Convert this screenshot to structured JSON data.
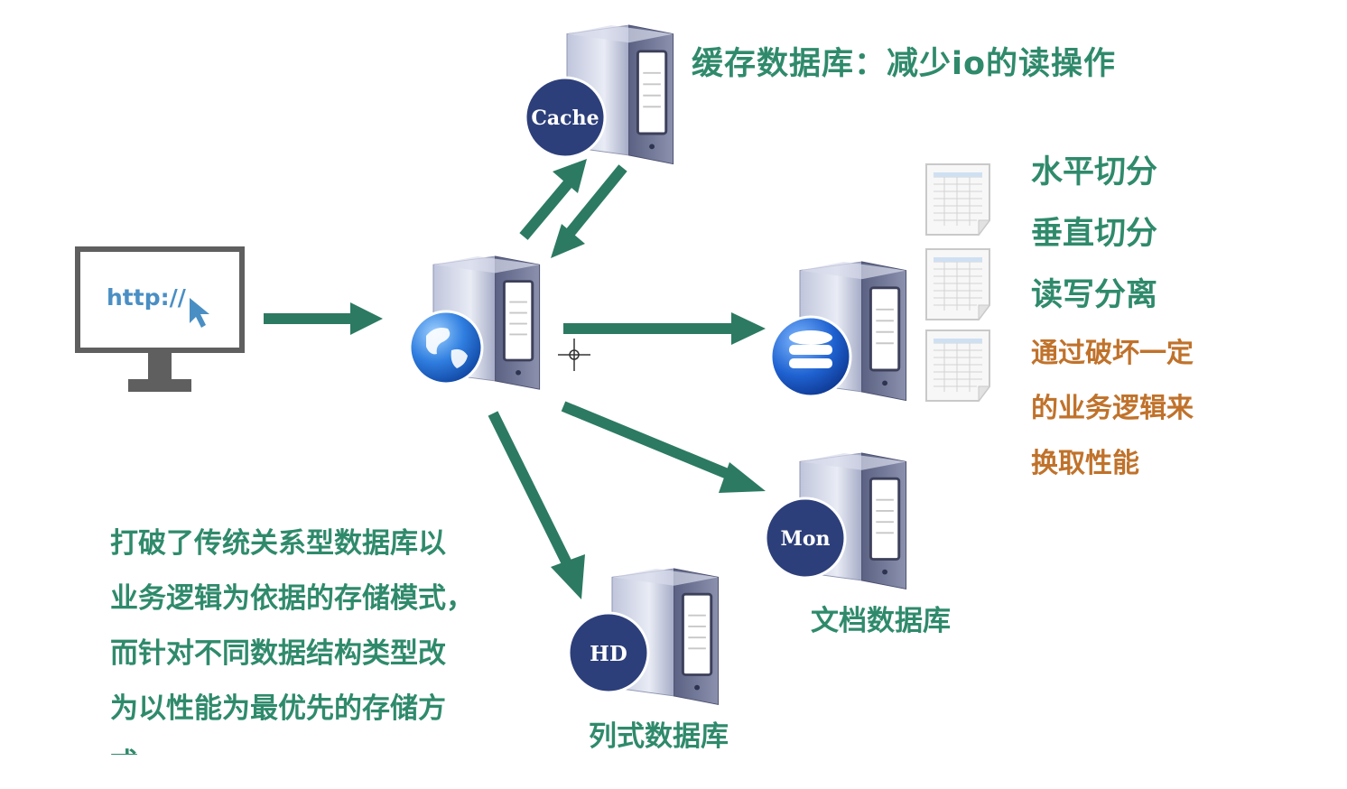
{
  "browser": {
    "url_text": "http://"
  },
  "cache_server": {
    "badge": "Cache",
    "caption": "缓存数据库：减少io的读操作"
  },
  "relational_db": {
    "strategies": [
      "水平切分",
      "垂直切分",
      "读写分离"
    ],
    "note_lines": [
      "通过破坏一定",
      "的业务逻辑来",
      "换取性能"
    ]
  },
  "document_db": {
    "badge": "Mon",
    "caption": "文档数据库"
  },
  "column_db": {
    "badge": "HD",
    "caption": "列式数据库"
  },
  "nosql_note_lines": [
    "打破了传统关系型数据库以",
    "业务逻辑为依据的存储模式，",
    "而针对不同数据结构类型改",
    "为以性能为最优先的存储方",
    "式"
  ],
  "colors": {
    "arrow": "#2c7a62",
    "green_text": "#2f8a6c",
    "orange_text": "#c0722b",
    "badge": "#2d3f7a",
    "monitor_frame": "#5f5f5f",
    "url_text": "#4a8fc4"
  }
}
